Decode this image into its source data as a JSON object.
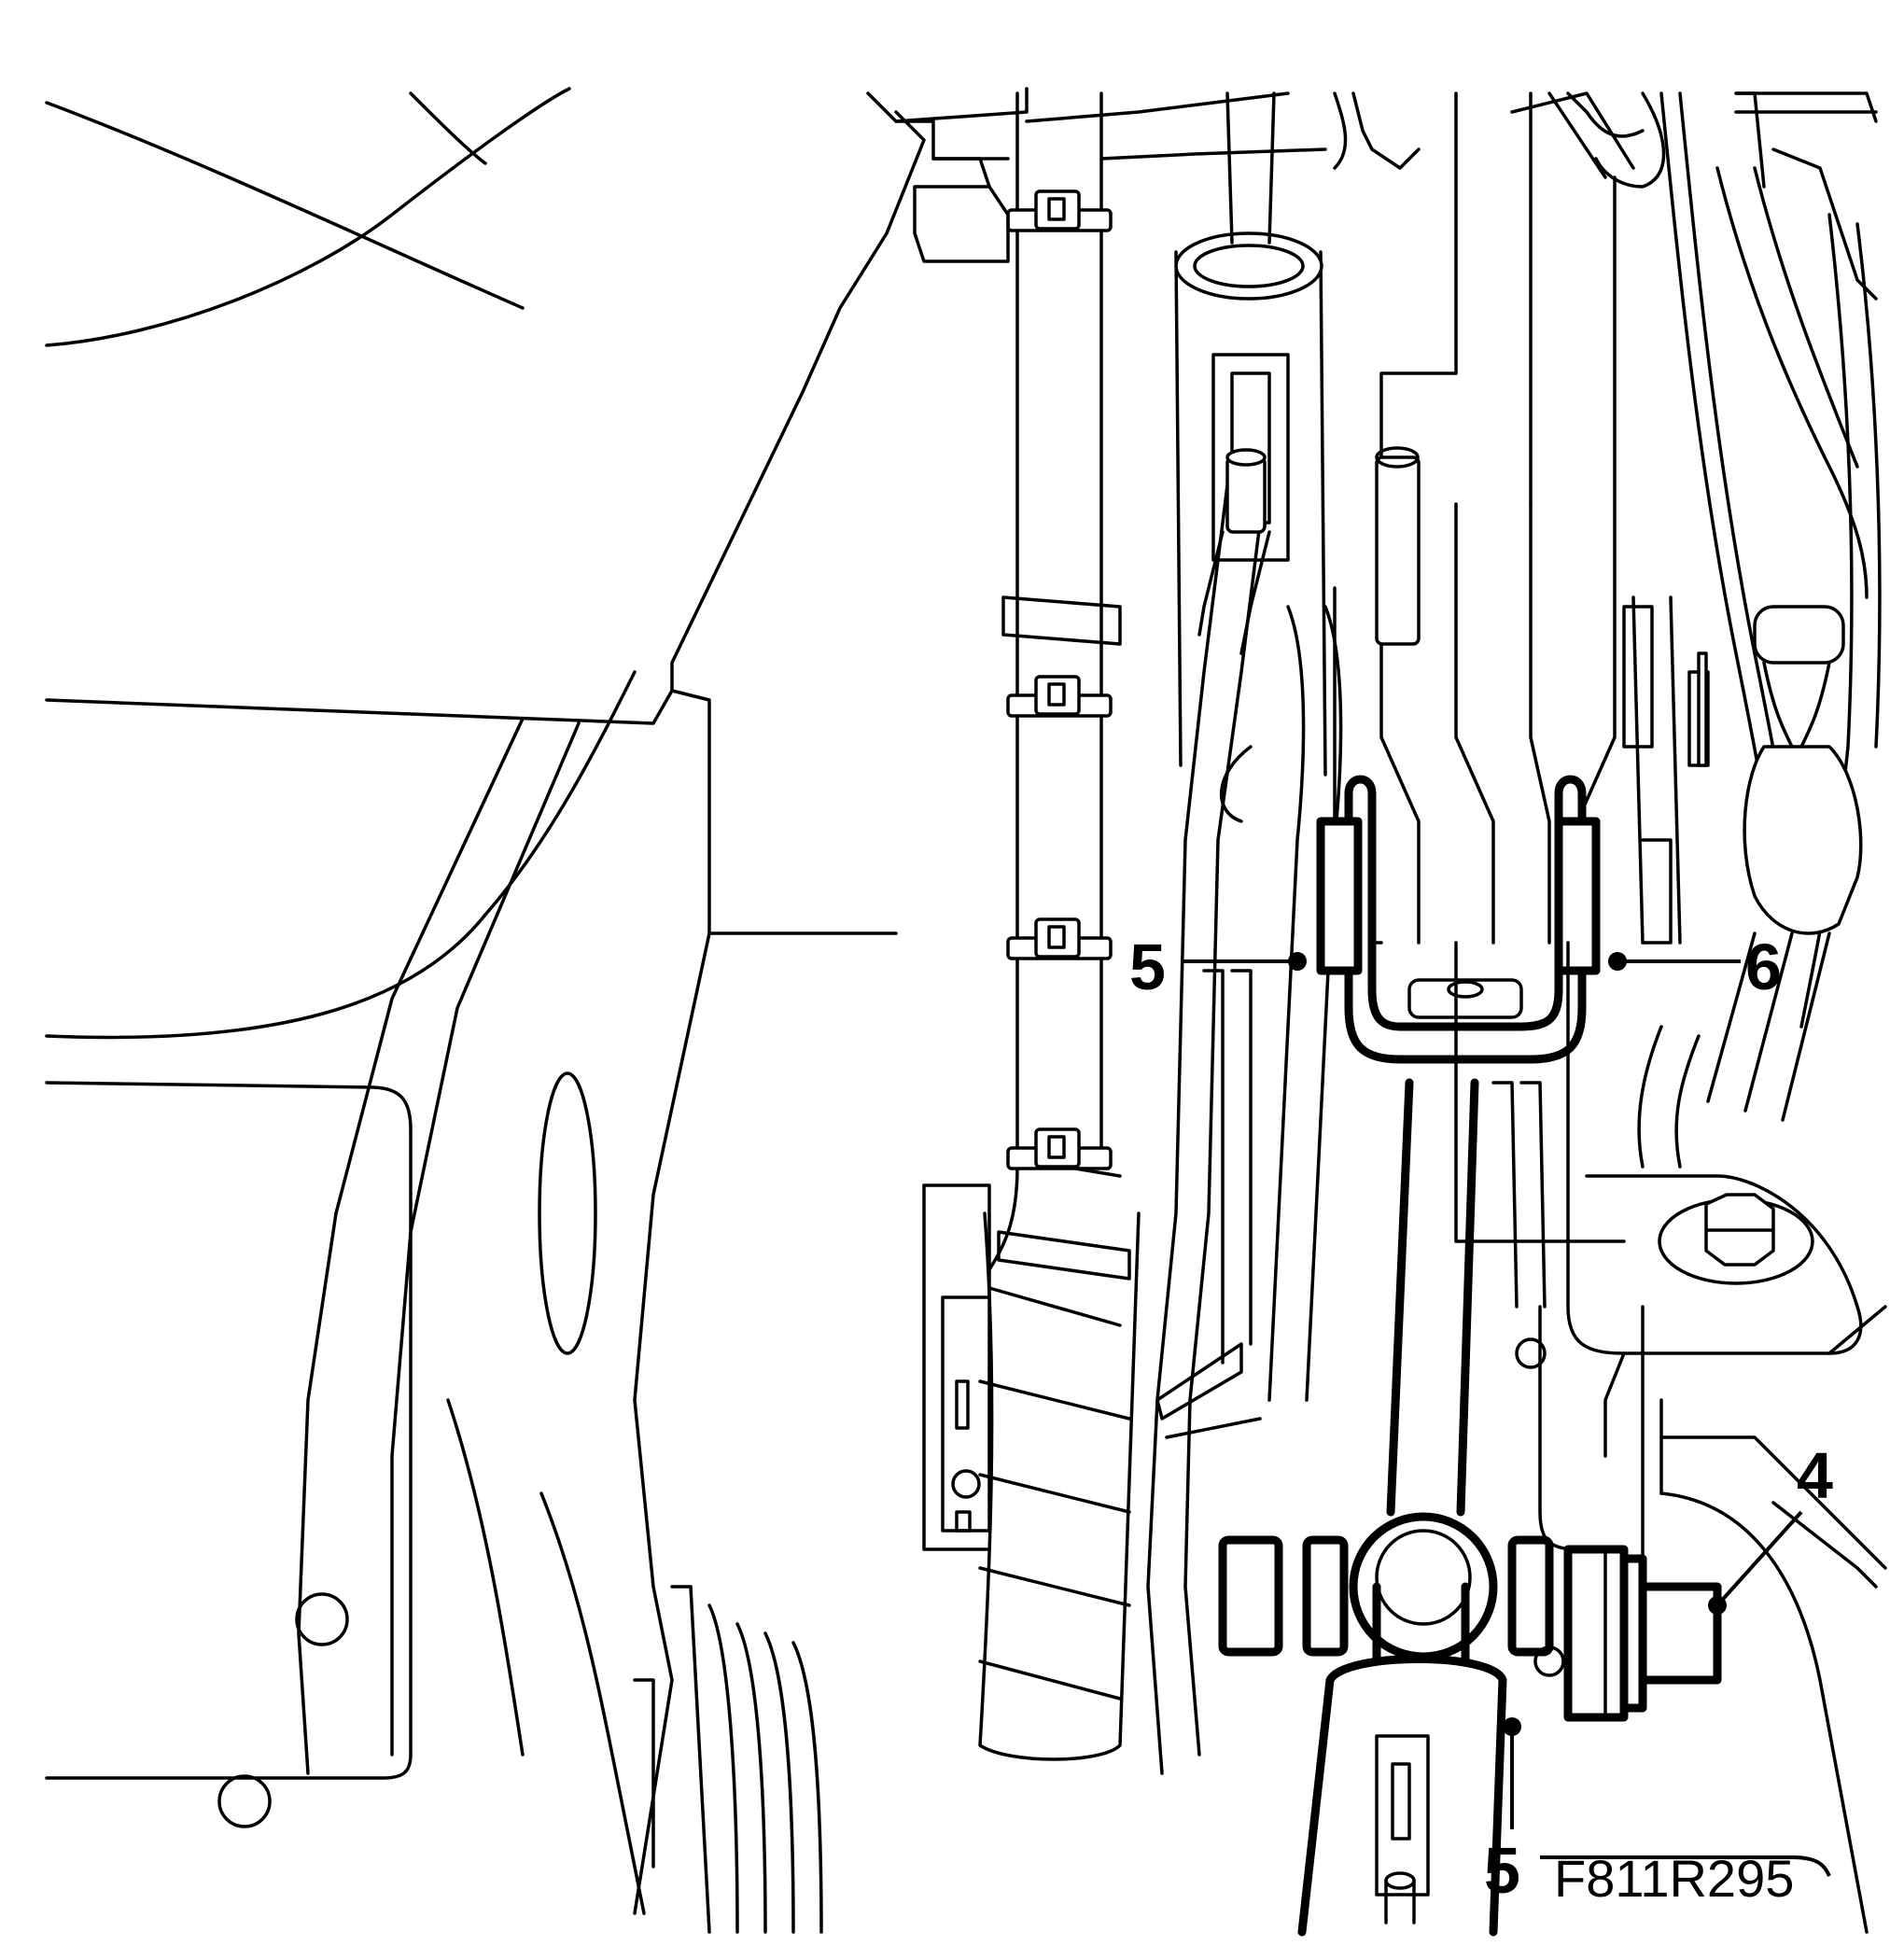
{
  "figure": {
    "reference_code": "F811R295"
  },
  "callouts": [
    {
      "id": "5a",
      "label": "5"
    },
    {
      "id": "6",
      "label": "6"
    },
    {
      "id": "4",
      "label": "4"
    },
    {
      "id": "5b",
      "label": "5"
    }
  ]
}
